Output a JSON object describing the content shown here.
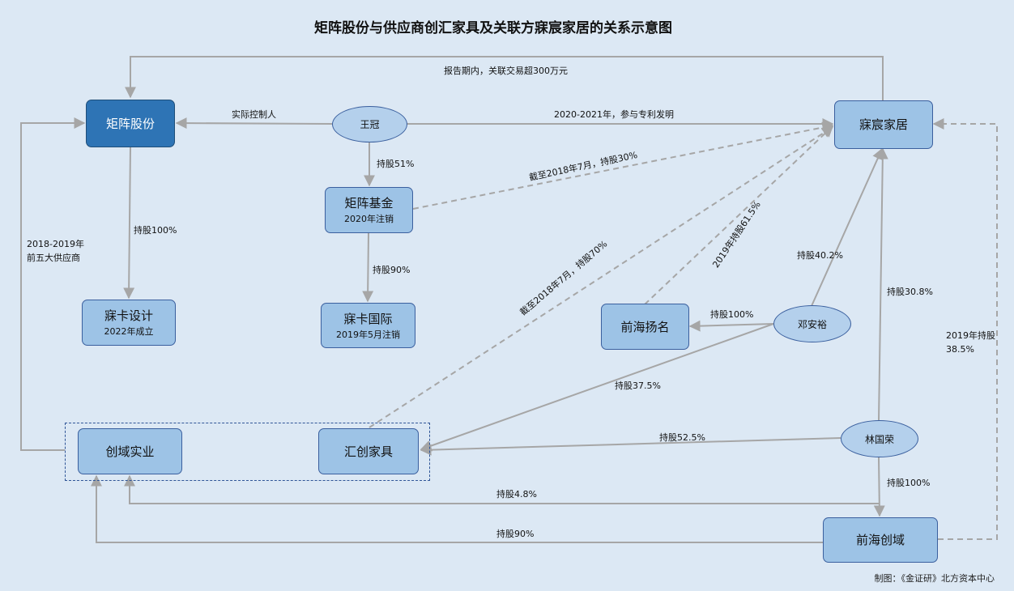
{
  "title": "矩阵股份与供应商创汇家具及关联方寐宸家居的关系示意图",
  "nodes": {
    "juzhen": {
      "label": "矩阵股份"
    },
    "mechen": {
      "label": "寐宸家居"
    },
    "wangguan": {
      "label": "王冠"
    },
    "jijin": {
      "label": "矩阵基金",
      "sub": "2020年注销"
    },
    "mkdesign": {
      "label": "寐卡设计",
      "sub": "2022年成立"
    },
    "mkintl": {
      "label": "寐卡国际",
      "sub": "2019年5月注销"
    },
    "qhyangming": {
      "label": "前海扬名"
    },
    "denganyu": {
      "label": "邓安裕"
    },
    "chuangyu": {
      "label": "创域实业"
    },
    "huichuang": {
      "label": "汇创家具"
    },
    "linguorong": {
      "label": "林国荣"
    },
    "qhchuangyu": {
      "label": "前海创域"
    }
  },
  "edge_labels": {
    "top_loop": "报告期内，关联交易超300万元",
    "actual_control": "实际控制人",
    "patent": "2020-2021年，参与专利发明",
    "hold51": "持股51%",
    "hold100_design": "持股100%",
    "hold90_intl": "持股90%",
    "jijin_mechen": "截至2018年7月，持股30%",
    "yangming_mechen": "2019年持股61.5%",
    "huichuang_mechen": "截至2018年7月，持股70%",
    "deng_mechen": "持股40.2%",
    "deng_yangming": "持股100%",
    "deng_huichuang": "持股37.5%",
    "lin_mechen": "持股30.8%",
    "lin_huichuang": "持股52.5%",
    "lin_qhchuangyu": "持股100%",
    "qh_chuangyu48": "持股4.8%",
    "qh_chuangyu90": "持股90%",
    "supplier_line1": "2018-2019年",
    "supplier_line2": "前五大供应商",
    "qh_mechen_line1": "2019年持股",
    "qh_mechen_line2": "38.5%"
  },
  "footer": "制图：《金证研》北方资本中心",
  "colors": {
    "background": "#dce8f4",
    "node": "#9dc3e6",
    "node_dark": "#2e74b5",
    "ellipse": "#b4d0ec",
    "line": "#a6a6a6"
  }
}
